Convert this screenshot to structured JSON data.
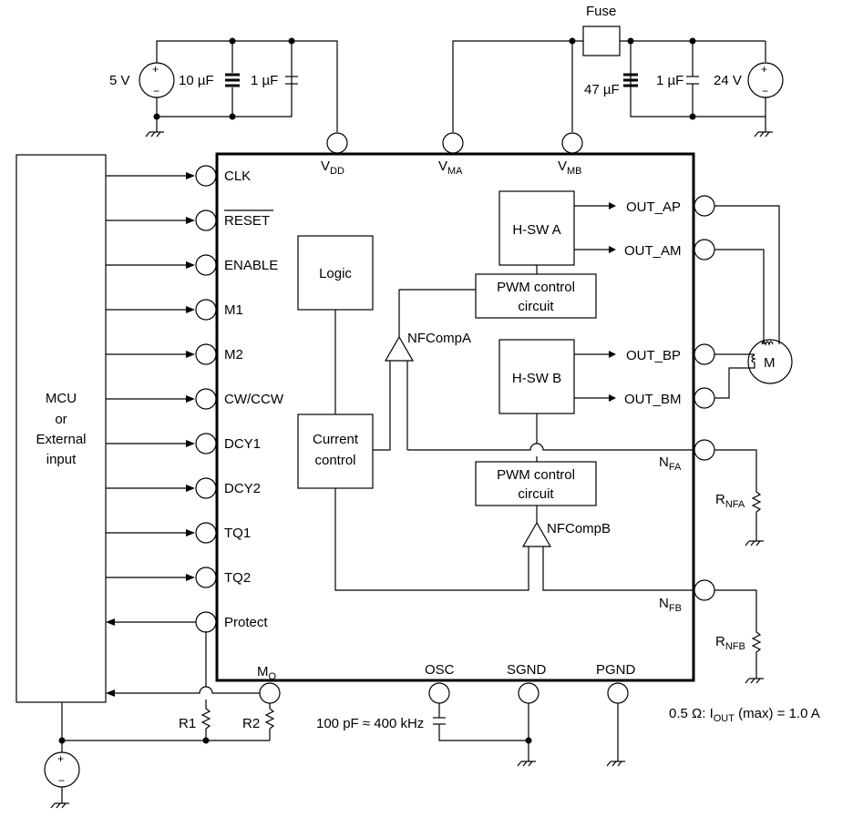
{
  "power": {
    "supply_5v": "5  V",
    "cap_10uf": "10 µF",
    "cap_1uf_vdd": "1 µF",
    "fuse": "Fuse",
    "cap_47uf": "47 µF",
    "cap_1uf_vm": "1 µF",
    "supply_24v": "24 V"
  },
  "top_pins": {
    "vdd": "V",
    "vdd_sub": "DD",
    "vma": "V",
    "vma_sub": "MA",
    "vmb": "V",
    "vmb_sub": "MB"
  },
  "left_pins": [
    "CLK",
    "RESET",
    "ENABLE",
    "M1",
    "M2",
    "CW/CCW",
    "DCY1",
    "DCY2",
    "TQ1",
    "TQ2",
    "Protect"
  ],
  "mcu": {
    "line1": "MCU",
    "line2": "or",
    "line3": "External",
    "line4": "input"
  },
  "blocks": {
    "logic": "Logic",
    "current_control_1": "Current",
    "current_control_2": "control",
    "hsw_a": "H-SW A",
    "hsw_b": "H-SW B",
    "pwm_a_1": "PWM control",
    "pwm_a_2": "circuit",
    "pwm_b_1": "PWM control",
    "pwm_b_2": "circuit",
    "nfcomp_a": "NFCompA",
    "nfcomp_b": "NFCompB"
  },
  "right_pins": {
    "out_ap": "OUT_AP",
    "out_am": "OUT_AM",
    "out_bp": "OUT_BP",
    "out_bm": "OUT_BM",
    "nfa": "N",
    "nfa_sub": "FA",
    "nfb": "N",
    "nfb_sub": "FB"
  },
  "motor": "M",
  "resistors": {
    "rnfa": "R",
    "rnfa_sub": "NFA",
    "rnfb": "R",
    "rnfb_sub": "NFB",
    "r1": "R1",
    "r2": "R2"
  },
  "bottom_pins": {
    "mo": "M",
    "mo_sub": "O",
    "osc": "OSC",
    "sgnd": "SGND",
    "pgnd": "PGND"
  },
  "osc_note": "100 pF ≈ 400 kHz",
  "current_note": {
    "prefix": "0.5 Ω: I",
    "sub": "OUT",
    "suffix": " (max) = 1.0 A"
  }
}
